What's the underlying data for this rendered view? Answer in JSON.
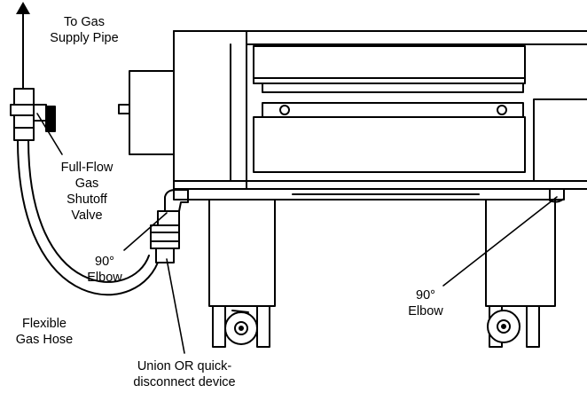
{
  "labels": {
    "to_gas_supply": [
      "To Gas",
      "Supply Pipe"
    ],
    "shutoff_valve": [
      "Full-Flow",
      "Gas",
      "Shutoff",
      "Valve"
    ],
    "elbow_left": [
      "90°",
      "Elbow"
    ],
    "elbow_right": [
      "90°",
      "Elbow"
    ],
    "flexible_hose": [
      "Flexible",
      "Gas Hose"
    ],
    "union_device": [
      "Union OR quick-",
      "disconnect device"
    ]
  },
  "colors": {
    "line": "#000000",
    "background": "#ffffff",
    "fill": "#ffffff"
  }
}
